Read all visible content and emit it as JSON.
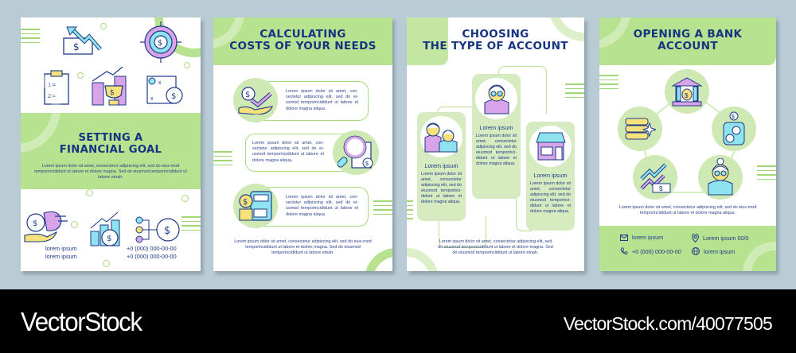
{
  "brochures": [
    {
      "title_line1": "SETTING A",
      "title_line2": "FINANCIAL GOAL",
      "body": "Lorem ipsum dolor sit amet, consectetur adipiscing elit, sed do eius-mod temporincididunt ut labore et dolore magna. Sed do eiusmod temporincididunt ut labore etnah.",
      "contacts": [
        {
          "label": "lorem ipsum",
          "phone": "+0 (000) 000-00-00"
        },
        {
          "label": "lorem ipsum",
          "phone": "+0 (000) 000-00-00"
        }
      ],
      "icons": [
        "money-growth-icon",
        "target-icon",
        "checklist-icon",
        "trophy-icon",
        "strategy-icon",
        "money-transfer-icon",
        "investment-chart-icon",
        "distribution-icon"
      ]
    },
    {
      "title_line1": "CALCULATING",
      "title_line2": "COSTS OF YOUR NEEDS",
      "items": [
        {
          "text": "Lorem ipsum dolor sit amet, con-sectetur adipiscing elit, sed do ei-usmod temporincididunt ut labore et dolore magna aliqua.",
          "icon": "hand-checkmark-icon"
        },
        {
          "text": "Lorem ipsum dolor sit amet, con-sectetur adipiscing elit, sed do ei-usmod temporincididunt ut labore et dolore magna aliqua.",
          "icon": "magnifier-bill-icon"
        },
        {
          "text": "Lorem ipsum dolor sit amet, con-sectetur adipiscing elit, sed do ei-usmod temporincididunt ut labore et dolore magna aliqua.",
          "icon": "calculator-coins-icon"
        }
      ],
      "body": "Lorem ipsum dolor sit amet, consectetur adipiscing elit, sed do eius-mod temporincididunt ut labore et dolore magna. Sed do eiusmod temporincididunt ut labore etnah."
    },
    {
      "title_line1": "CHOOSING",
      "title_line2": "THE TYPE OF ACCOUNT",
      "columns": [
        {
          "heading": "Lorem ipsum",
          "text": "Lorem ipsum dolor sit amet, consectetur adipiscing elit, sed do eiusmod temporinci-didunt ut labore et dolore magna aliqua.",
          "icon": "elderly-couple-icon"
        },
        {
          "heading": "Lorem ipsum",
          "text": "Lorem ipsum dolor sit amet, consectetur adipiscing elit, sed do eiusmod temporinci-didunt ut labore et dolore magna aliqua.",
          "icon": "elderly-person-icon"
        },
        {
          "heading": "Lorem ipsum",
          "text": "Lorem ipsum dolor sit amet, consectetur adipiscing elit, sed do eiusmod temporinci-didunt ut labore et dolore magna aliqua.",
          "icon": "shop-icon"
        }
      ],
      "body": "Lorem ipsum dolor sit amet, consectetur adipiscing elit, sed do eiusmod temporincididunt ut labore et dolore magna. Sed do eiusmod temporincididunt ut labore etnah."
    },
    {
      "title_line1": "OPENING A BANK",
      "title_line2": "ACCOUNT",
      "icons": [
        "bank-icon",
        "coins-stack-icon",
        "money-jar-icon",
        "stock-chart-icon",
        "elderly-woman-icon"
      ],
      "body": "Lorem ipsum dolor sit amet, consectetur adipiscing elit, sed do eius-mod temporincididunt ut labore et dolore magna aliqua.",
      "contacts": {
        "email": "lorem ipsum",
        "phone": "+0 (000) 000-00-00",
        "address": "Lorem ipsum 00/0",
        "web": "lorem ipsum"
      }
    }
  ],
  "watermark": {
    "brand": "VectorStock",
    "id_text": "VectorStock.com/40077505"
  },
  "colors": {
    "background": "#b9ccd6",
    "accent_green": "#b7e28f",
    "navy": "#163482",
    "purple": "#d9a3ea",
    "cyan": "#8fe3ee",
    "yellow": "#f6e27a"
  }
}
